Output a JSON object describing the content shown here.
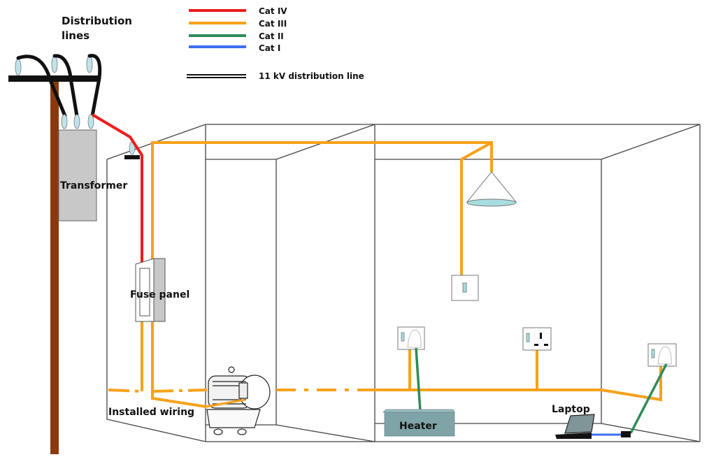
{
  "title_label": "Distribution lines",
  "title_lines": [
    "Distribution",
    "lines"
  ],
  "legend": {
    "items": [
      {
        "label": "Cat IV",
        "color": "#ee1c1c"
      },
      {
        "label": "Cat III",
        "color": "#f7a11a"
      },
      {
        "label": "Cat II",
        "color": "#2e8b57"
      },
      {
        "label": "Cat I",
        "color": "#3b6ff0"
      }
    ],
    "distribution": {
      "label": "11 kV distribution line",
      "color": "#111111"
    }
  },
  "labels": {
    "transformer": "Transformer",
    "fuse_panel": "Fuse panel",
    "installed_wiring": "Installed wiring",
    "heater": "Heater",
    "laptop": "Laptop"
  },
  "colors": {
    "cat4": "#ee1c1c",
    "cat3": "#f7a11a",
    "cat2": "#2e8b57",
    "cat1": "#3b6ff0",
    "pole": "#8b3a0f",
    "transformer": "#c8c8c8",
    "insulator": "#bfe3ea",
    "heater": "#7fa4a8",
    "lamp": "#a8dde0"
  }
}
